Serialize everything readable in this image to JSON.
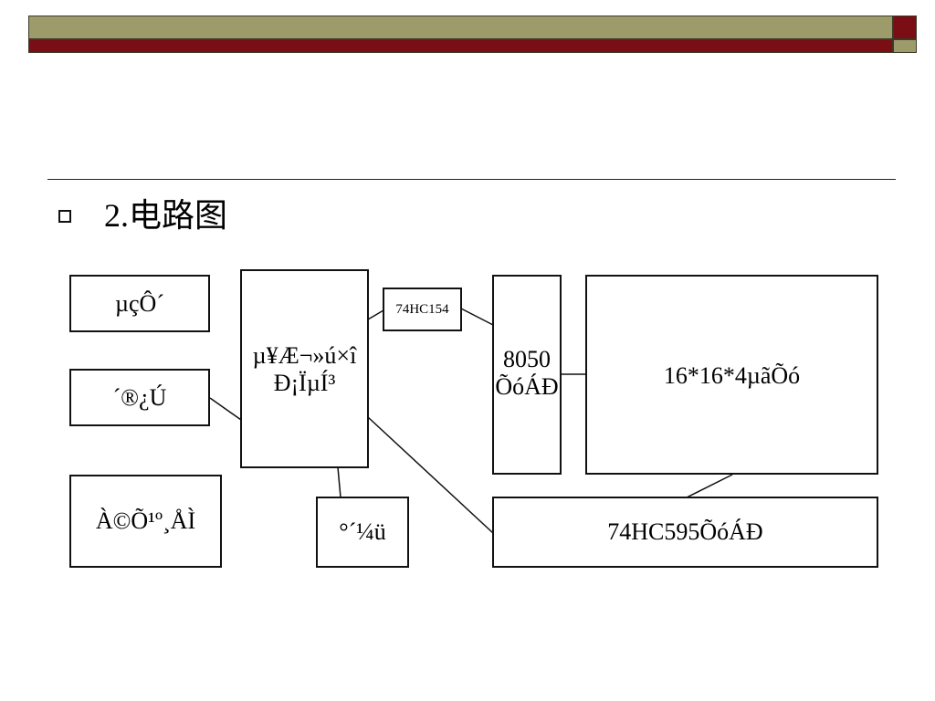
{
  "slide": {
    "heading": "2.电路图"
  },
  "diagram": {
    "nodes": {
      "power": "µçÔ´",
      "serial": "´®¿Ú",
      "uart": "À©Õ¹º¸ÅÌ",
      "mcu_line1": "µ¥Æ¬»ú×î",
      "mcu_line2": "Ð¡ÏµÍ³",
      "decoder": "74HC154",
      "keyboard": "°´¼ü",
      "driver_line1": "8050",
      "driver_line2": "ÕóÁÐ",
      "matrix": "16*16*4µãÕó",
      "shift": "74HC595ÕóÁÐ"
    }
  },
  "colors": {
    "band_olive": "#9e9b6b",
    "band_maroon": "#7a0e14"
  }
}
